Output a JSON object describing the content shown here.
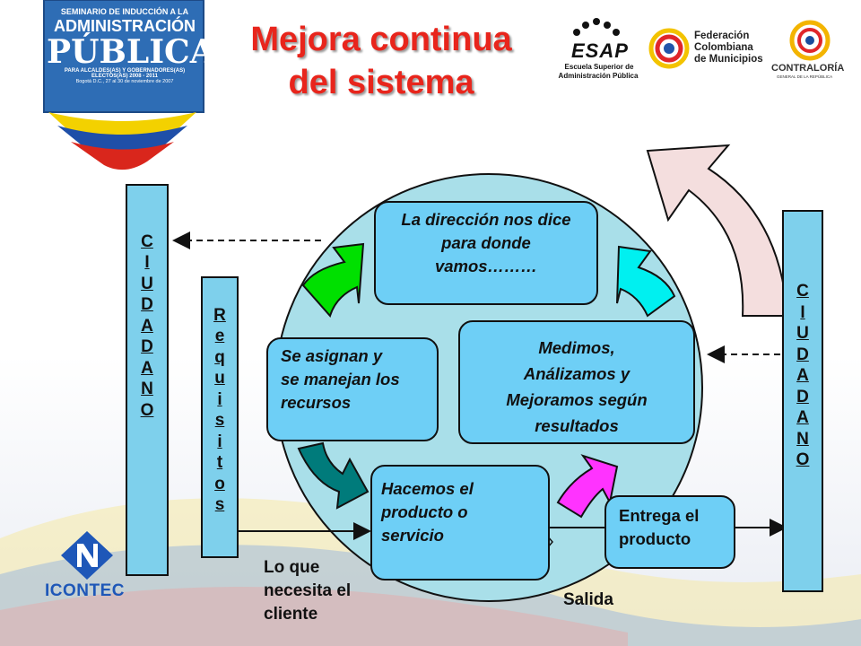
{
  "title": {
    "line1": "Mejora continua",
    "line2": "del sistema"
  },
  "header_logos": {
    "seminar": {
      "line1": "SEMINARIO DE INDUCCIÓN A LA",
      "line2": "ADMINISTRACIÓN",
      "line3": "PÚBLICA",
      "line4": "PARA ALCALDES(AS) Y GOBERNADORES(AS)",
      "line5": "ELECTOS(AS) 2008 - 2011",
      "line6": "Bogotá D.C., 27 al 30 de noviembre de 2007"
    },
    "esap": {
      "wordmark": "ESAP",
      "line1": "Escuela Superior de",
      "line2": "Administración Pública"
    },
    "federacion": {
      "line1": "Federación",
      "line2": "Colombiana",
      "line3": "de Municipios"
    },
    "contraloria": {
      "wordmark": "CONTRALORÍA",
      "subtitle": "GENERAL DE LA REPÚBLICA"
    },
    "icontec": {
      "wordmark": "ICONTEC"
    }
  },
  "left_ciudadano": [
    "C",
    "I",
    "U",
    "D",
    "A",
    "D",
    "A",
    "N",
    "O"
  ],
  "right_ciudadano": [
    "C",
    "I",
    "U",
    "D",
    "A",
    "D",
    "A",
    "N",
    "O"
  ],
  "requisitos": [
    "R",
    "e",
    "q",
    "u",
    "i",
    "s",
    "i",
    "t",
    "o",
    "s"
  ],
  "cards": {
    "direccion": [
      "La dirección nos dice",
      "para donde",
      "vamos………"
    ],
    "recursos": [
      "Se asignan y",
      "se manejan los",
      "recursos"
    ],
    "medimos": [
      "Medimos,",
      "Análizamos y",
      "Mejoramos según",
      "resultados"
    ],
    "hacemos": [
      "Hacemos el",
      "producto o",
      "servicio"
    ],
    "entrega": [
      "Entrega el",
      "producto"
    ]
  },
  "labels": {
    "lo_que": [
      "Lo que",
      "necesita el",
      "cliente"
    ],
    "salida": "Salida"
  },
  "colors": {
    "title": "#e8251c",
    "circle": "#a9dfe9",
    "cards": "#6ecff6",
    "ciudadano_box": "#7ed0ec",
    "arrow_green": "#00e000",
    "arrow_cyan": "#00f0f0",
    "arrow_teal": "#007b7b",
    "arrow_magenta": "#ff33ff",
    "arrow_big": "#f4dede"
  }
}
